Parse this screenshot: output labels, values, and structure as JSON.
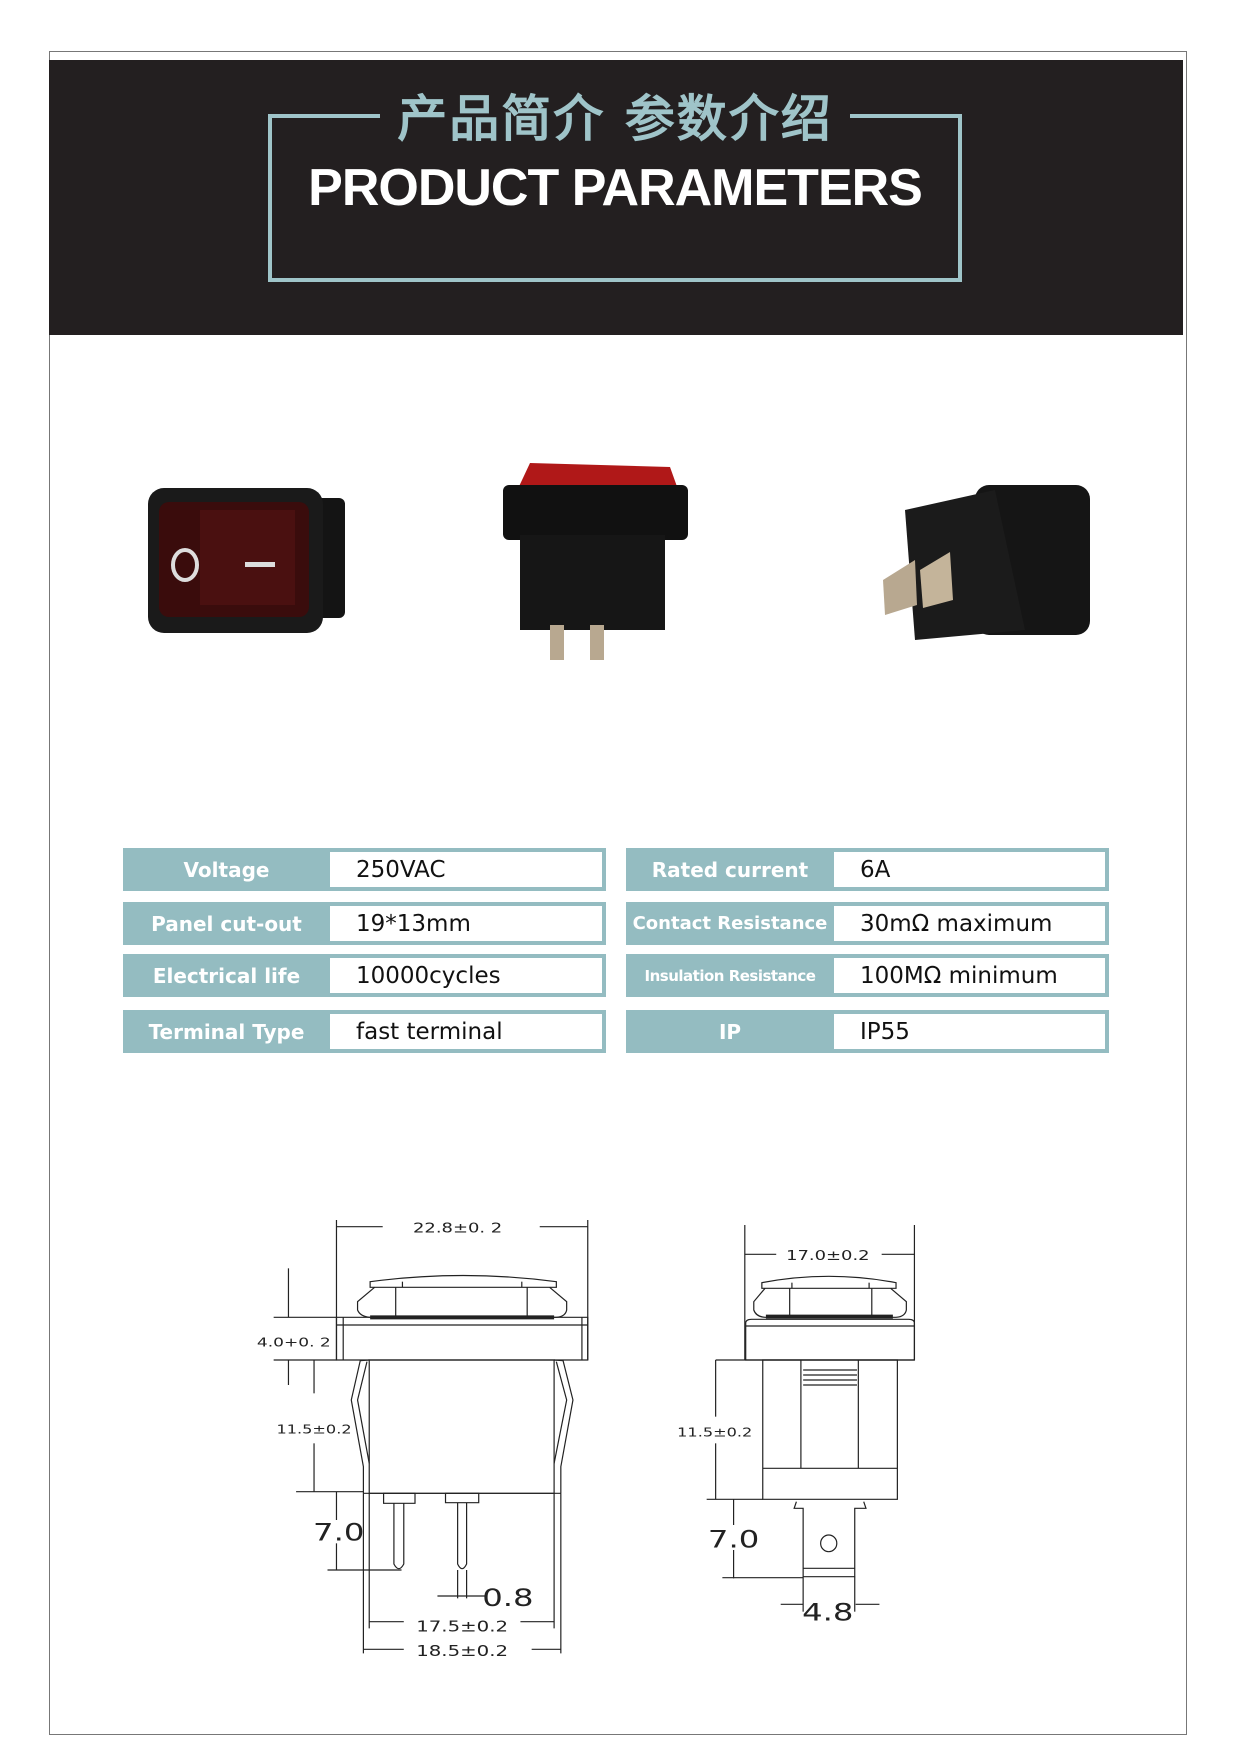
{
  "header": {
    "title_cn": "产品简介 参数介绍",
    "title_en": "PRODUCT PARAMETERS"
  },
  "colors": {
    "accent": "#9fc4c9",
    "table_label_bg": "#94bcc1",
    "header_bg": "#231f20"
  },
  "photos": [
    {
      "icon": "rocker-switch-front-photo"
    },
    {
      "icon": "rocker-switch-side-photo"
    },
    {
      "icon": "rocker-switch-back-photo"
    }
  ],
  "parameters": {
    "left": [
      {
        "label": "Voltage",
        "value": "250VAC"
      },
      {
        "label": "Panel cut-out",
        "value": "19*13mm"
      },
      {
        "label": "Electrical life",
        "value": "10000cycles"
      },
      {
        "label": "Terminal Type",
        "value": "fast terminal"
      }
    ],
    "right": [
      {
        "label": "Rated current",
        "value": "6A"
      },
      {
        "label": "Contact Resistance",
        "value": "30mΩ maximum"
      },
      {
        "label": "Insulation Resistance",
        "value": "100MΩ minimum"
      },
      {
        "label": "IP",
        "value": "IP55"
      }
    ]
  },
  "dimensions": {
    "front": {
      "width": "22.8±0. 2",
      "flange": "4.0+0. 2",
      "body_height": "11.5±0.2",
      "terminal_length": "7.0",
      "terminal_thickness": "0.8",
      "inner_width": "17.5±0.2",
      "outer_width": "18.5±0.2"
    },
    "side": {
      "width": "17.0±0.2",
      "body_height": "11.5±0.2",
      "terminal_length": "7.0",
      "terminal_width": "4.8"
    }
  }
}
